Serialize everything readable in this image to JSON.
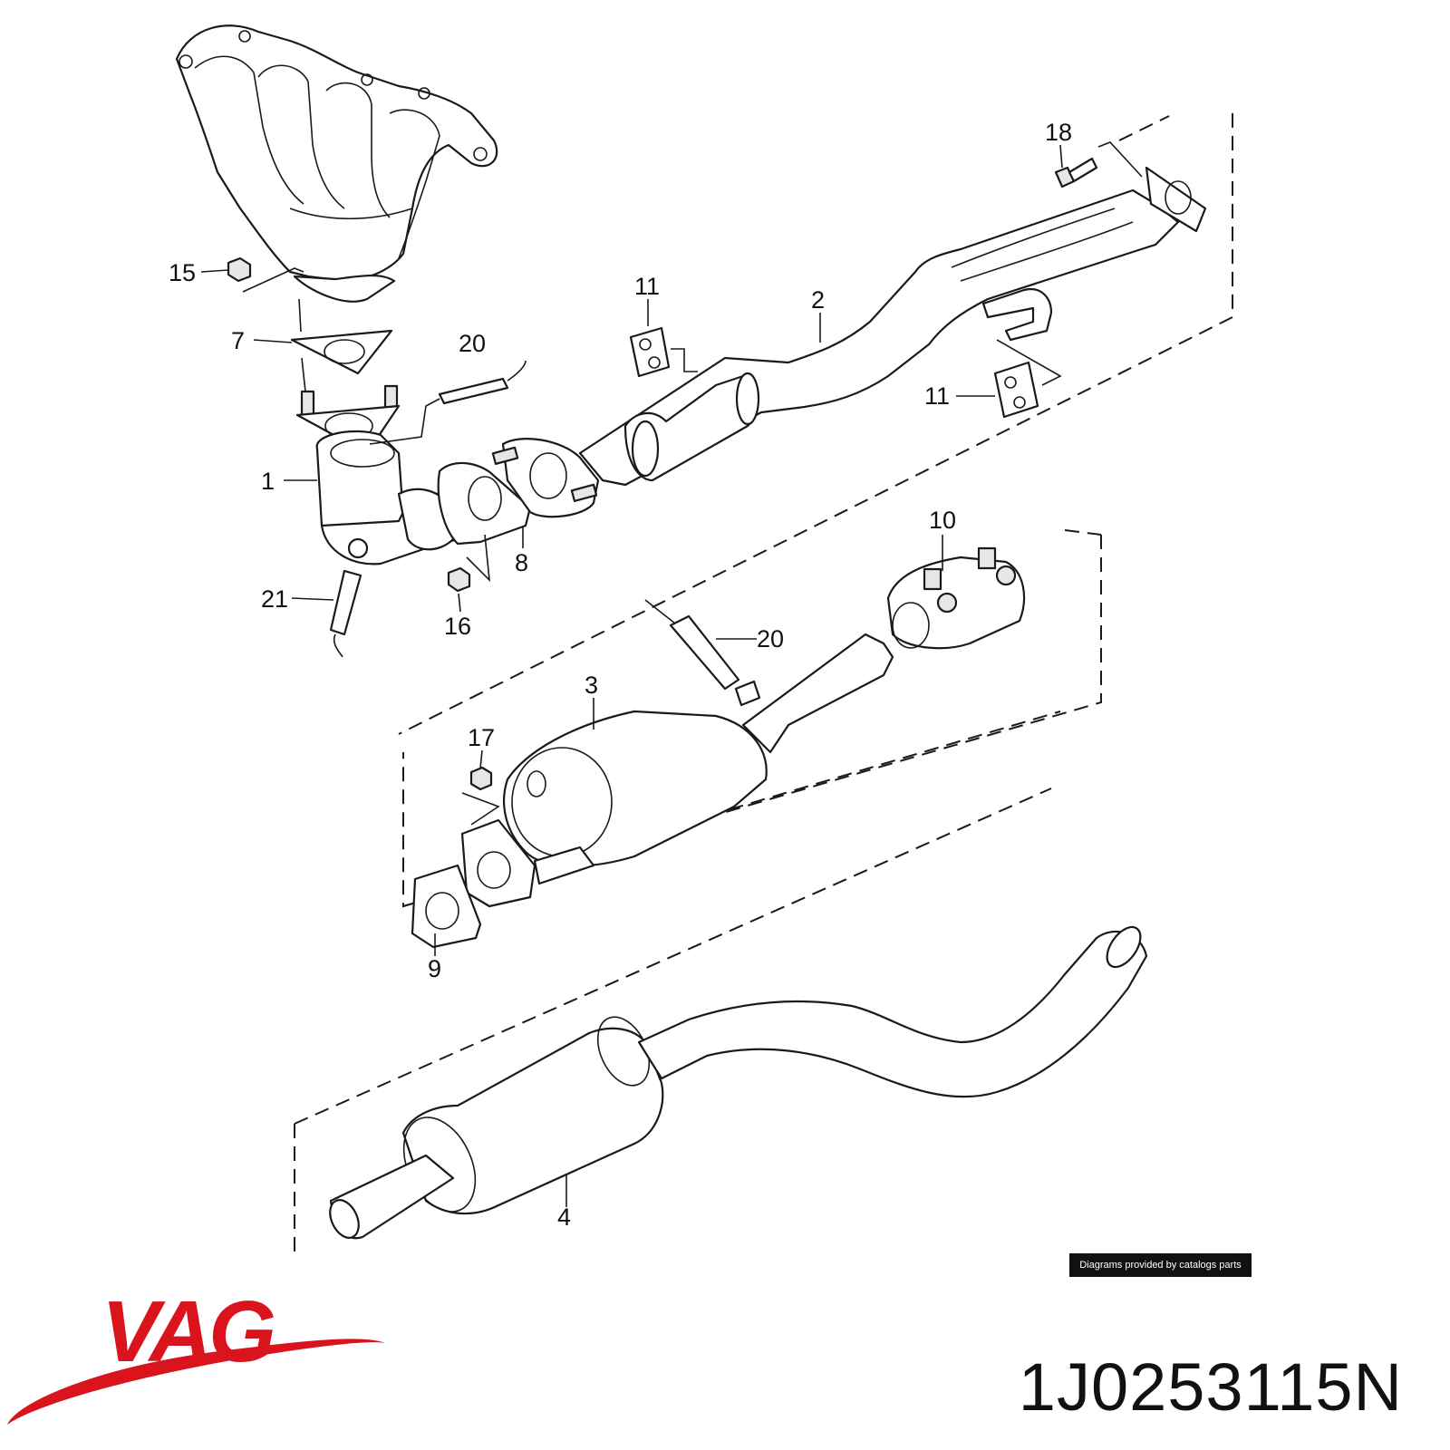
{
  "diagram": {
    "callouts": [
      "1",
      "2",
      "3",
      "4",
      "7",
      "8",
      "9",
      "10",
      "11",
      "11",
      "15",
      "16",
      "17",
      "18",
      "20",
      "20",
      "21"
    ]
  },
  "footer": {
    "credit": "Diagrams provided by catalogs parts",
    "brand": "VAG",
    "part_number": "1J0253115N"
  },
  "colors": {
    "brand_red": "#d9141c",
    "line": "#1a1a1a",
    "badge_bg": "#111111"
  }
}
